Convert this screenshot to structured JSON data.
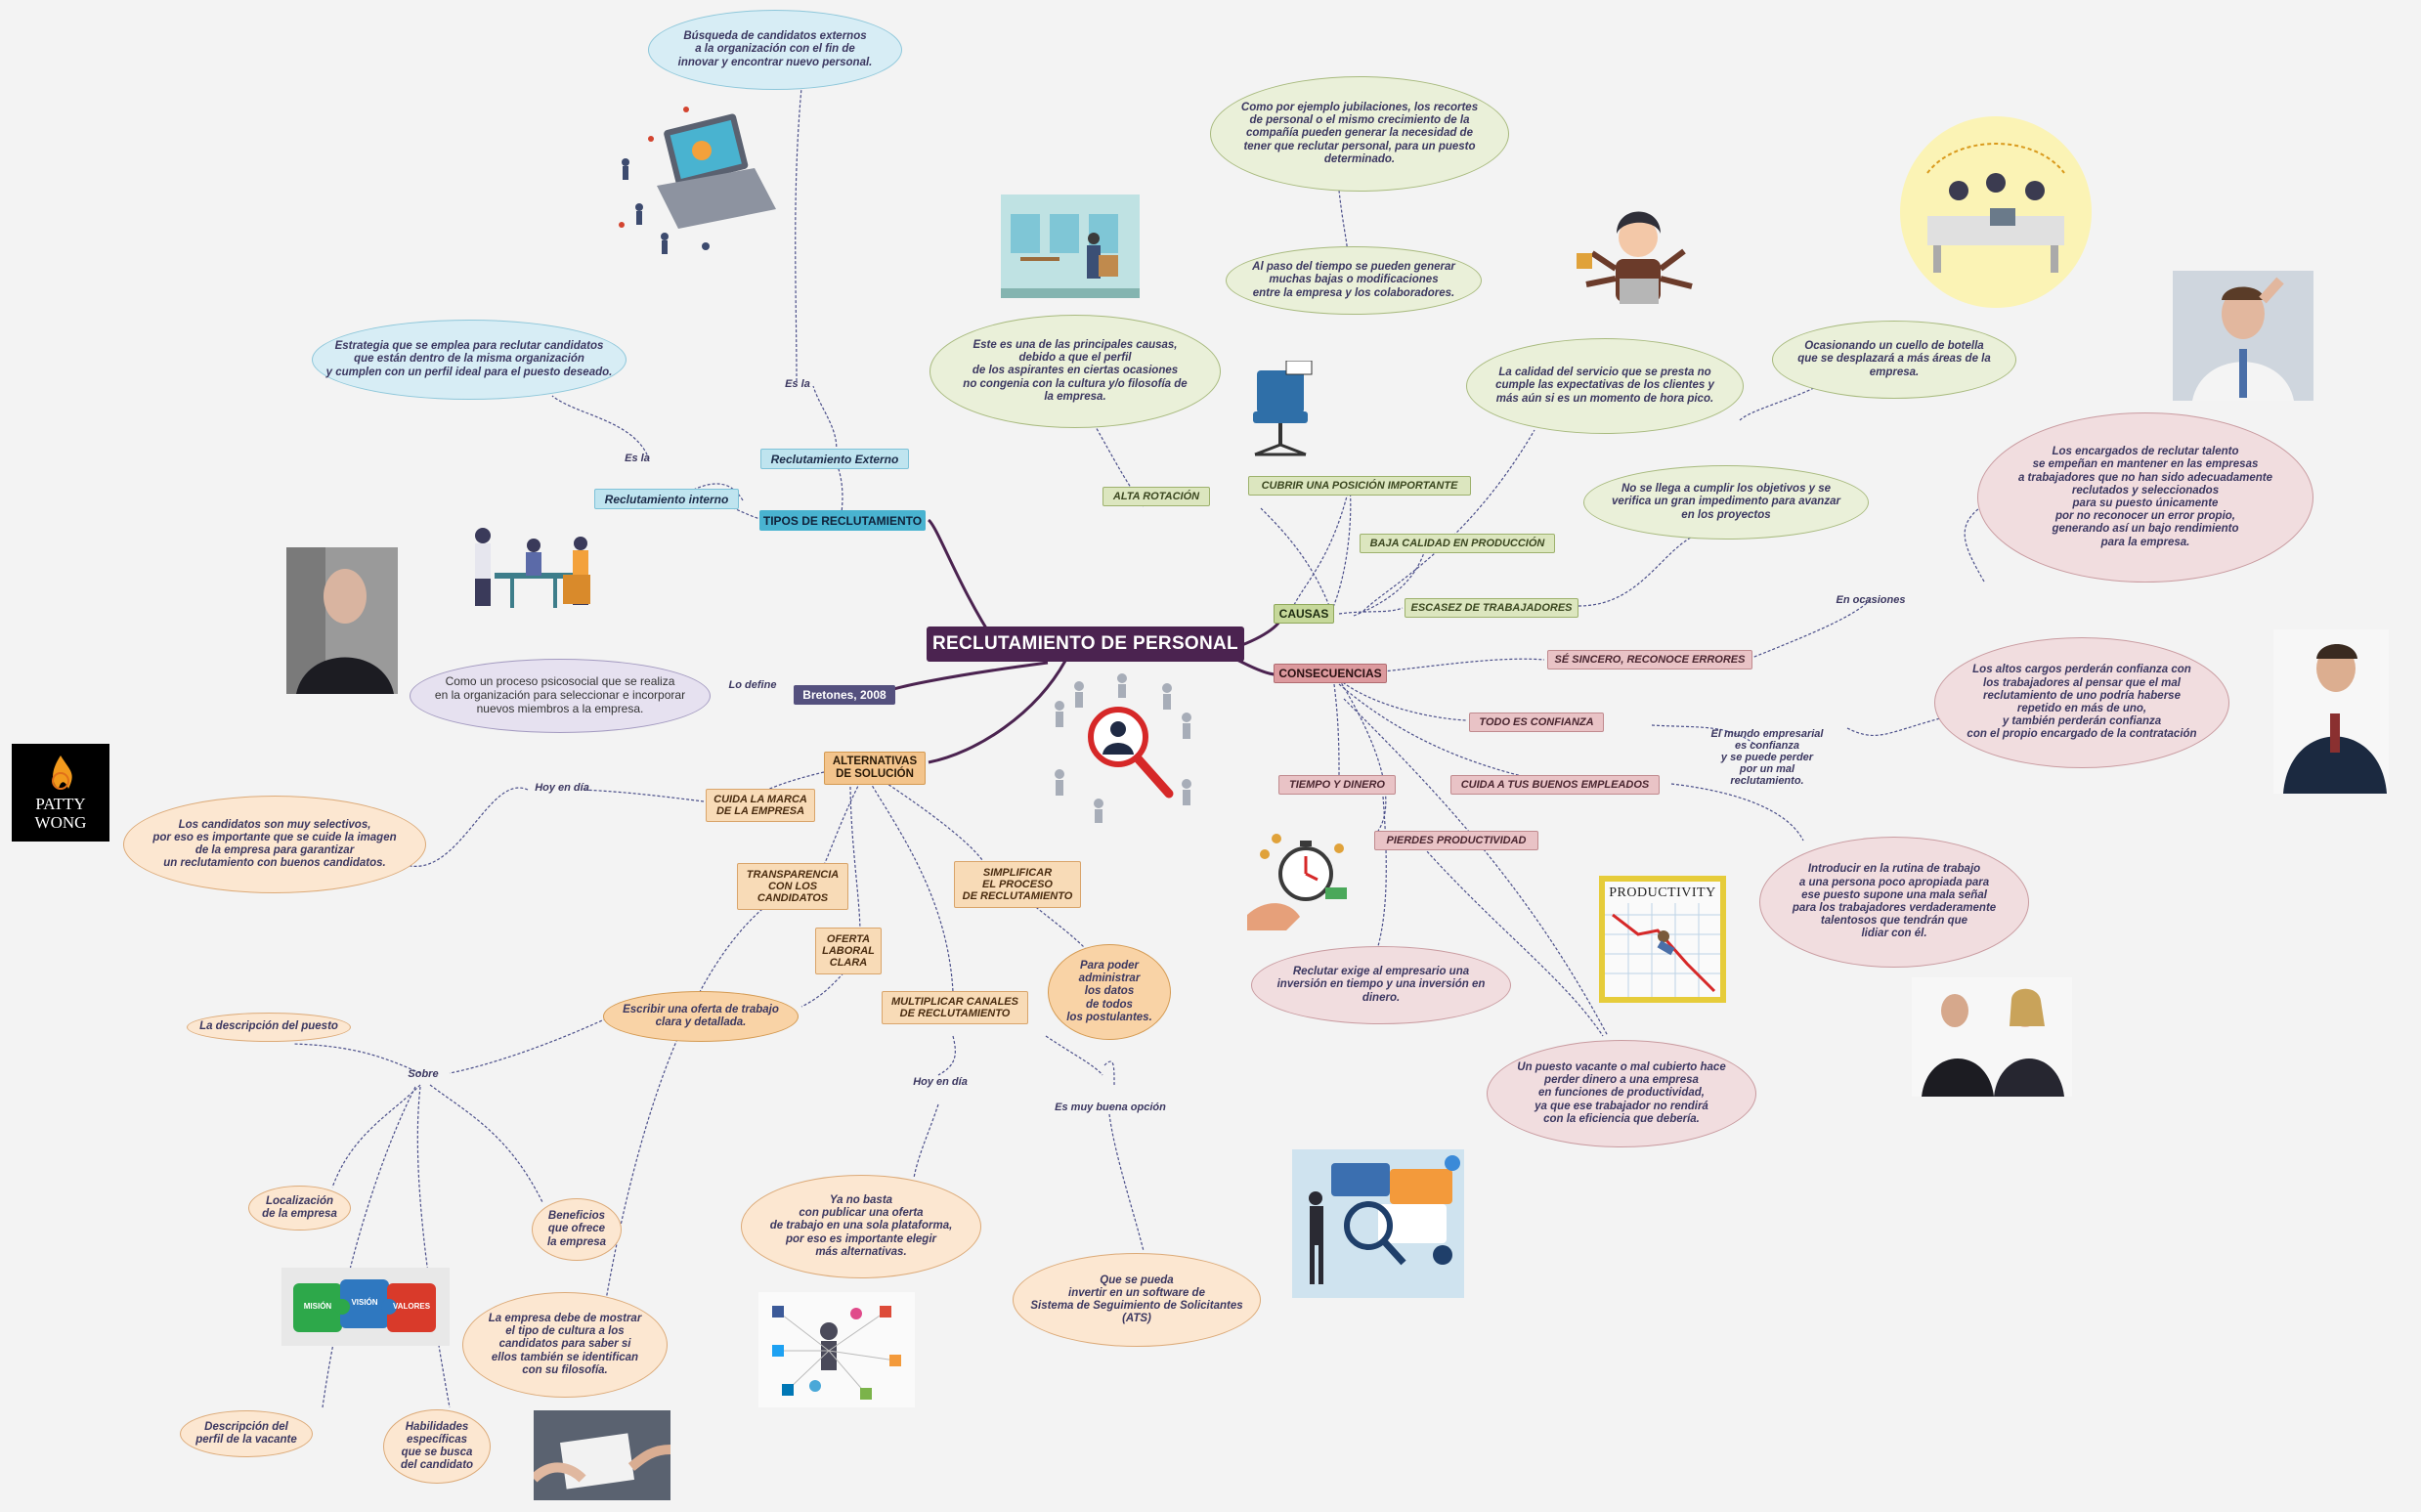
{
  "root": {
    "title": "RECLUTAMIENTO DE PERSONAL"
  },
  "tipos": {
    "header": "TIPOS DE RECLUTAMIENTO",
    "interno": "Reclutamiento interno",
    "externo": "Reclutamiento Externo",
    "es_la_interno": "Es la",
    "es_la_externo": "Es la",
    "interno_def": "Estrategia que se emplea para reclutar candidatos\nque están dentro de la misma organización\ny cumplen con un perfil ideal para el puesto deseado.",
    "externo_def": "Búsqueda de candidatos externos\na la organización con el fin de\ninnovar y encontrar nuevo personal."
  },
  "bretones": {
    "label": "Bretones, 2008",
    "lo_define": "Lo define",
    "def": "Como un proceso psicosocial que se realiza\nen la organización para seleccionar e incorporar\nnuevos miembros a la empresa."
  },
  "causas": {
    "header": "CAUSAS",
    "alta_rotacion": "ALTA ROTACIÓN",
    "alta_rotacion_def": "Este es una de las principales causas,\ndebido a que el perfil\nde los aspirantes en ciertas ocasiones\nno congenia con la cultura y/o filosofía de\nla empresa.",
    "cubrir": "CUBRIR UNA POSICIÓN IMPORTANTE",
    "cubrir_def1": "Al paso del tiempo se pueden generar\nmuchas bajas o modificaciones\nentre la empresa y los colaboradores.",
    "cubrir_def2": "Como por ejemplo jubilaciones, los recortes\nde personal o el mismo crecimiento de la\ncompañía pueden generar la necesidad de\ntener que reclutar personal, para un puesto\ndeterminado.",
    "baja": "BAJA CALIDAD EN PRODUCCIÓN",
    "baja_def": "La calidad del servicio que se presta no\ncumple las expectativas de los clientes y\nmás aún si es un momento de hora pico.",
    "escasez": "ESCASEZ DE TRABAJADORES",
    "escasez_def1": "No se llega a cumplir los objetivos y se\nverifica un gran impedimento para avanzar\nen los proyectos",
    "escasez_def2": "Ocasionando un cuello de botella\nque se desplazará a más áreas de la\nempresa."
  },
  "consecuencias": {
    "header": "CONSECUENCIAS",
    "sincero": "SÉ SINCERO, RECONOCE ERRORES",
    "en_ocasiones": "En ocasiones",
    "sincero_def": "Los encargados de reclutar talento\nse empeñan en mantener en las empresas\na trabajadores que no han sido adecuadamente\nreclutados y seleccionados\npara su puesto únicamente\npor no reconocer un error propio,\ngenerando así un bajo rendimiento\npara la empresa.",
    "confianza": "TODO ES CONFIANZA",
    "confianza_mid": "El mundo empresarial\nes confianza\ny se puede perder\npor un mal\nreclutamiento.",
    "confianza_def": "Los altos cargos perderán confianza con\nlos trabajadores al pensar que el mal\nreclutamiento de uno podría haberse\nrepetido en más de uno,\ny también perderán confianza\ncon el propio encargado de la contratación",
    "cuida": "CUIDA A TUS BUENOS EMPLEADOS",
    "cuida_def": "Introducir en la rutina de trabajo\na una persona poco apropiada para\nese puesto supone una mala señal\npara los trabajadores verdaderamente\ntalentosos que tendrán que\nlidiar con él.",
    "tiempo": "TIEMPO Y DINERO",
    "tiempo_def": "Reclutar exige al empresario una\ninversión en tiempo y una inversión en\ndinero.",
    "pierdes": "PIERDES PRODUCTIVIDAD",
    "pierdes_def": "Un puesto vacante o mal cubierto hace\nperder dinero a una empresa\nen funciones de productividad,\nya que ese trabajador no rendirá\ncon la eficiencia que debería.",
    "productivity_sign": "PRODUCTIVITY"
  },
  "alternativas": {
    "header": "ALTERNATIVAS\nDE SOLUCIÓN",
    "marca": "CUIDA LA MARCA\nDE LA EMPRESA",
    "hoy_en_dia_marca": "Hoy en día",
    "marca_def": "Los candidatos son muy selectivos,\npor eso es importante que se cuide la imagen\nde la empresa para garantizar\nun reclutamiento con buenos candidatos.",
    "transparencia": "TRANSPARENCIA\nCON LOS\nCANDIDATOS",
    "transparencia_def": "La empresa debe de mostrar\nel tipo de cultura a los\ncandidatos para saber si\nellos también se identifican\ncon su filosofía.",
    "oferta": "OFERTA\nLABORAL\nCLARA",
    "oferta_def": "Escribir una oferta de trabajo\nclara y detallada.",
    "sobre": "Sobre",
    "sobre_items": [
      "La descripción del puesto",
      "Localización\nde la empresa",
      "Beneficios\nque ofrece\nla empresa",
      "Descripción del\nperfil de la vacante",
      "Habilidades\nespecíficas\nque se busca\ndel candidato"
    ],
    "multiplicar": "MULTIPLICAR CANALES\nDE RECLUTAMIENTO",
    "hoy_en_dia_mult": "Hoy en día",
    "multiplicar_def": "Ya no basta\ncon publicar una oferta\nde trabajo en una sola plataforma,\npor eso es importante elegir\nmás alternativas.",
    "simplificar": "SIMPLIFICAR\nEL PROCESO\nDE RECLUTAMIENTO",
    "simplificar_def": "Para poder\nadministrar\nlos datos\nde todos\nlos postulantes.",
    "buena_opcion": "Es muy buena opción",
    "ats": "Que se pueda\ninvertir en un software de\nSistema de Seguimiento de Solicitantes\n(ATS)",
    "puzzle": [
      "MISIÓN",
      "VISIÓN",
      "VALORES"
    ]
  },
  "logo": {
    "line1": "PATTY",
    "line2": "WONG"
  },
  "colors": {
    "root": "#4b2350",
    "tipos": "#49b3d0",
    "causas": "#c6d89a",
    "consecuencias": "#dc9a9e",
    "alternativas": "#f3c48c",
    "link": "#4b4f8a"
  }
}
